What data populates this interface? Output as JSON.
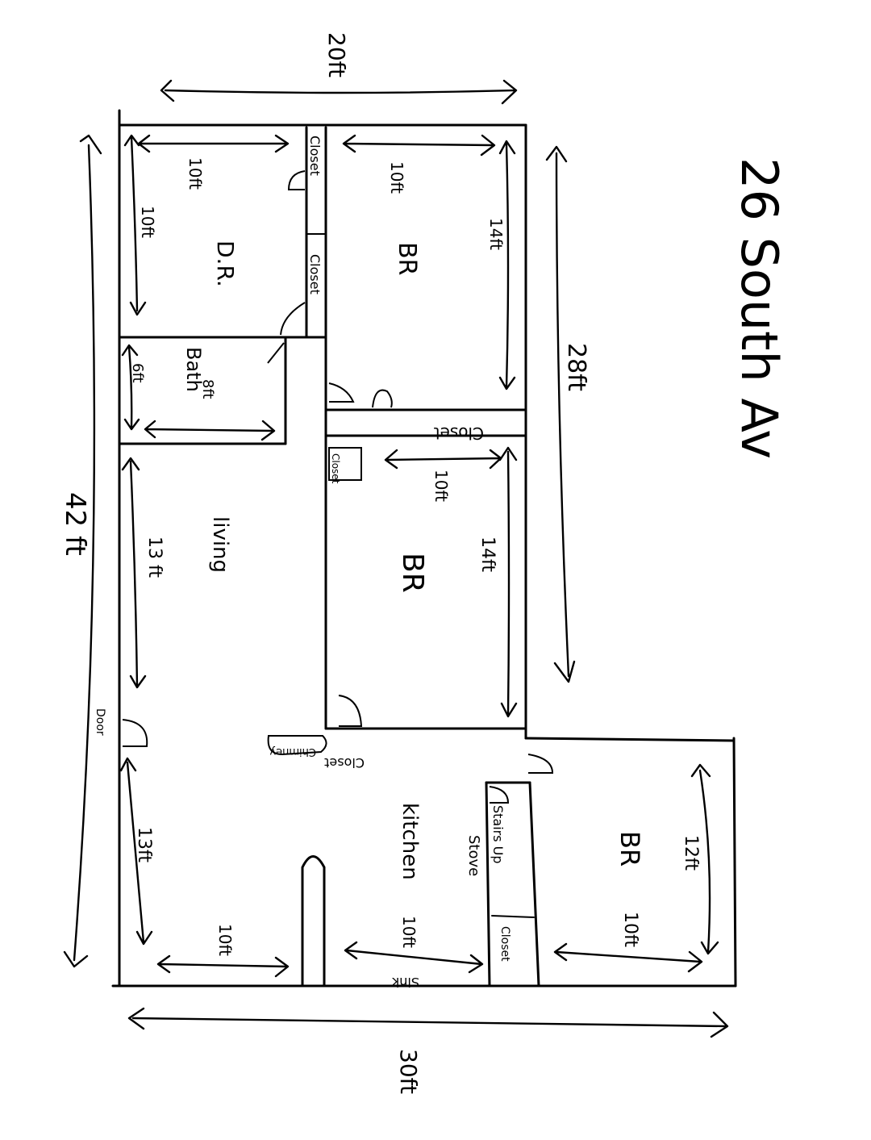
{
  "address": "26 South Av",
  "dimensions": {
    "top_width": "20ft",
    "overall_length": "42 ft",
    "right_length": "28ft",
    "bottom_width": "30ft"
  },
  "rooms": {
    "dr": {
      "label": "D.R.",
      "dim_a": "10ft",
      "dim_b": "10ft"
    },
    "br_top": {
      "label": "BR",
      "dim_a": "10ft",
      "dim_b": "14ft"
    },
    "bath": {
      "label": "Bath",
      "dim_a": "6ft",
      "dim_b": "8ft"
    },
    "br_mid": {
      "label": "BR",
      "dim_a": "10ft",
      "dim_b": "14ft"
    },
    "living": {
      "label": "living",
      "dim_a": "13 ft",
      "dim_b": "13ft",
      "dim_c": "10ft"
    },
    "kitchen": {
      "label": "kitchen",
      "dim_a": "10ft",
      "stove": "Stove",
      "sink": "Sink"
    },
    "br_bottom": {
      "label": "BR",
      "dim_a": "12ft",
      "dim_b": "10ft"
    }
  },
  "labels": {
    "closet_1": "Closet",
    "closet_2": "Closet",
    "closet_3": "Closet",
    "closet_4": "Closet",
    "closet_5": "Closet",
    "closet_6": "Closet",
    "stairs": "Stairs Up",
    "chimney": "Chimney",
    "front_door": "Door"
  }
}
